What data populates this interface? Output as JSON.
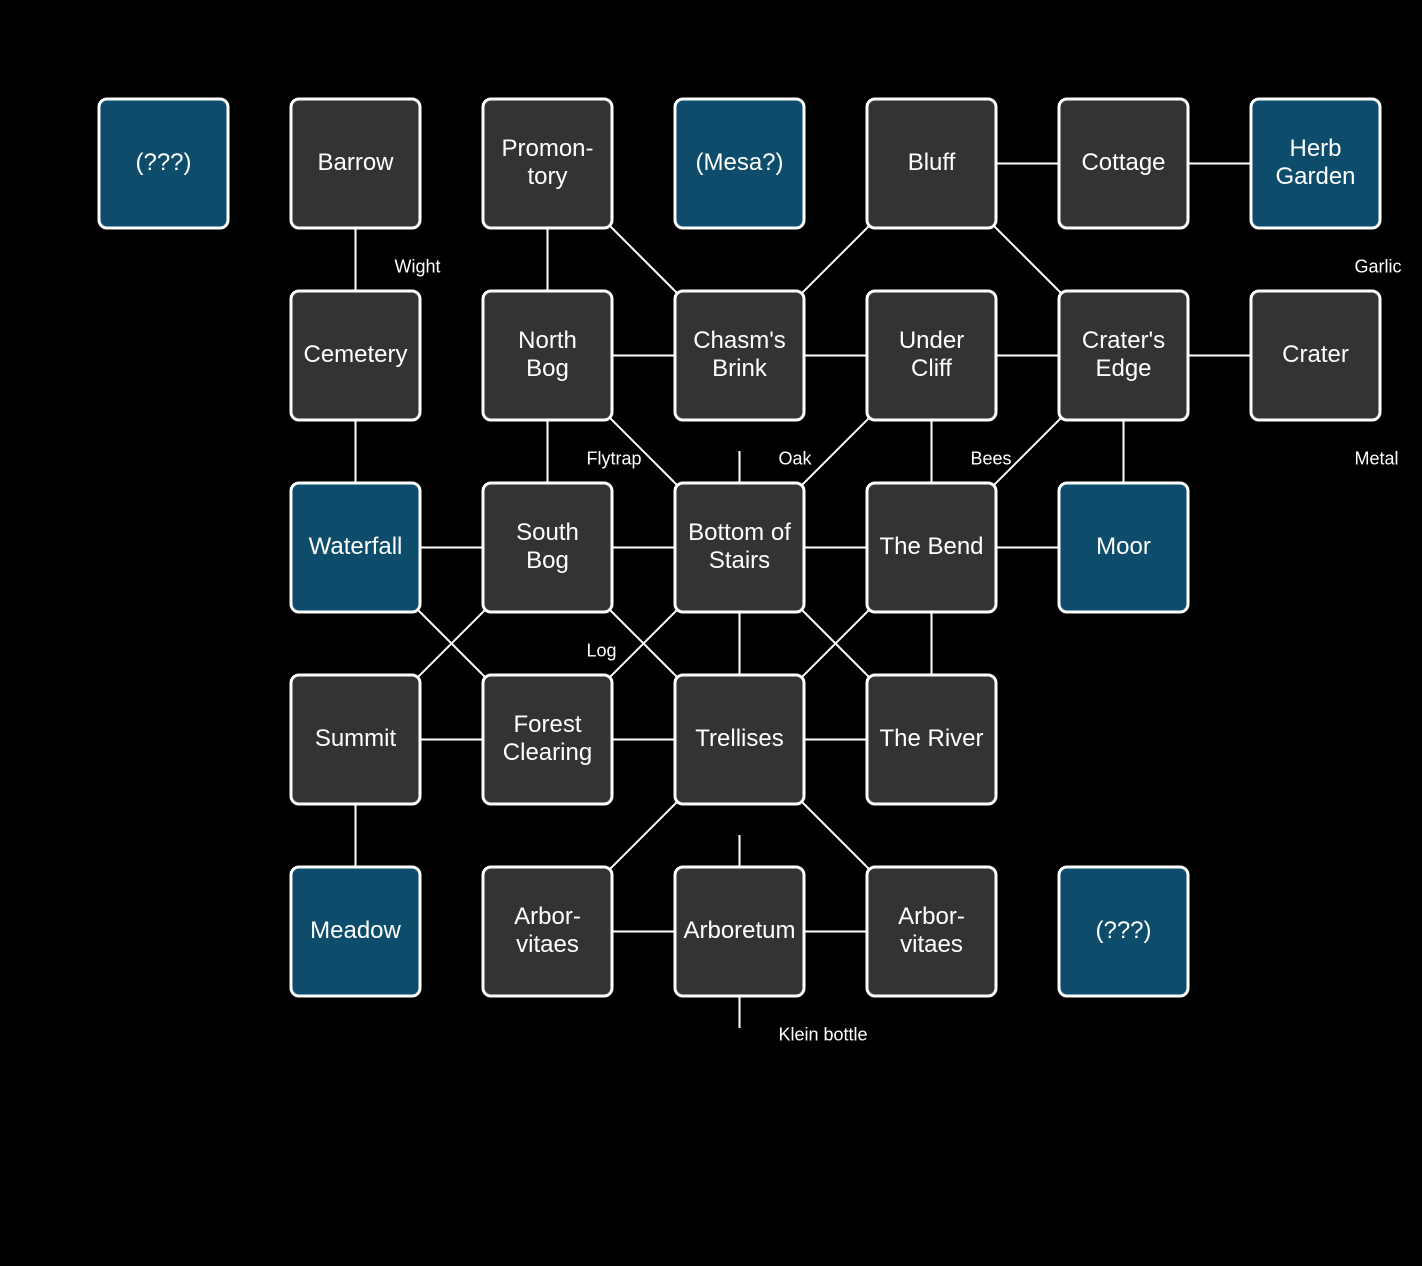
{
  "colors": {
    "background": "#000000",
    "room_fill": "#333333",
    "special_fill": "#0d4d6b",
    "stroke": "#ffffff",
    "text": "#ffffff"
  },
  "rooms": [
    {
      "id": "unknown-1",
      "lines": [
        "(???)"
      ],
      "special": true
    },
    {
      "id": "barrow",
      "lines": [
        "Barrow"
      ]
    },
    {
      "id": "promontory",
      "lines": [
        "Promon-",
        "tory"
      ]
    },
    {
      "id": "mesa",
      "lines": [
        "(Mesa?)"
      ],
      "special": true
    },
    {
      "id": "bluff",
      "lines": [
        "Bluff"
      ]
    },
    {
      "id": "cottage",
      "lines": [
        "Cottage"
      ]
    },
    {
      "id": "herb-garden",
      "lines": [
        "Herb",
        "Garden"
      ],
      "special": true
    },
    {
      "id": "cemetery",
      "lines": [
        "Cemetery"
      ]
    },
    {
      "id": "north-bog",
      "lines": [
        "North",
        "Bog"
      ]
    },
    {
      "id": "chasms-brink",
      "lines": [
        "Chasm's",
        "Brink"
      ]
    },
    {
      "id": "under-cliff",
      "lines": [
        "Under",
        "Cliff"
      ]
    },
    {
      "id": "craters-edge",
      "lines": [
        "Crater's",
        "Edge"
      ]
    },
    {
      "id": "crater",
      "lines": [
        "Crater"
      ]
    },
    {
      "id": "waterfall",
      "lines": [
        "Waterfall"
      ],
      "special": true
    },
    {
      "id": "south-bog",
      "lines": [
        "South",
        "Bog"
      ]
    },
    {
      "id": "bottom-of-stairs",
      "lines": [
        "Bottom of",
        "Stairs"
      ]
    },
    {
      "id": "the-bend",
      "lines": [
        "The Bend"
      ]
    },
    {
      "id": "moor",
      "lines": [
        "Moor"
      ],
      "special": true
    },
    {
      "id": "summit",
      "lines": [
        "Summit"
      ]
    },
    {
      "id": "forest-clearing",
      "lines": [
        "Forest",
        "Clearing"
      ]
    },
    {
      "id": "trellises",
      "lines": [
        "Trellises"
      ]
    },
    {
      "id": "the-river",
      "lines": [
        "The River"
      ]
    },
    {
      "id": "meadow",
      "lines": [
        "Meadow"
      ],
      "special": true
    },
    {
      "id": "arborvitaes-west",
      "lines": [
        "Arbor-",
        "vitaes"
      ]
    },
    {
      "id": "arboretum",
      "lines": [
        "Arboretum"
      ]
    },
    {
      "id": "arborvitaes-east",
      "lines": [
        "Arbor-",
        "vitaes"
      ]
    },
    {
      "id": "unknown-2",
      "lines": [
        "(???)"
      ],
      "special": true
    }
  ],
  "connections": [
    [
      "barrow",
      "cemetery"
    ],
    [
      "promontory",
      "north-bog"
    ],
    [
      "promontory",
      "chasms-brink"
    ],
    [
      "bluff",
      "chasms-brink"
    ],
    [
      "bluff",
      "cottage"
    ],
    [
      "cottage",
      "herb-garden"
    ],
    [
      "bluff",
      "craters-edge"
    ],
    [
      "cemetery",
      "waterfall"
    ],
    [
      "north-bog",
      "chasms-brink"
    ],
    [
      "chasms-brink",
      "under-cliff"
    ],
    [
      "under-cliff",
      "craters-edge"
    ],
    [
      "craters-edge",
      "crater"
    ],
    [
      "north-bog",
      "south-bog"
    ],
    [
      "north-bog",
      "bottom-of-stairs"
    ],
    [
      "under-cliff",
      "bottom-of-stairs"
    ],
    [
      "under-cliff",
      "the-bend"
    ],
    [
      "craters-edge",
      "the-bend"
    ],
    [
      "craters-edge",
      "moor"
    ],
    [
      "waterfall",
      "south-bog"
    ],
    [
      "south-bog",
      "bottom-of-stairs"
    ],
    [
      "bottom-of-stairs",
      "the-bend"
    ],
    [
      "the-bend",
      "moor"
    ],
    [
      "waterfall",
      "forest-clearing"
    ],
    [
      "south-bog",
      "summit"
    ],
    [
      "south-bog",
      "trellises"
    ],
    [
      "bottom-of-stairs",
      "forest-clearing"
    ],
    [
      "bottom-of-stairs",
      "trellises"
    ],
    [
      "bottom-of-stairs",
      "the-river"
    ],
    [
      "the-bend",
      "trellises"
    ],
    [
      "the-bend",
      "the-river"
    ],
    [
      "summit",
      "forest-clearing"
    ],
    [
      "forest-clearing",
      "trellises"
    ],
    [
      "trellises",
      "the-river"
    ],
    [
      "summit",
      "meadow"
    ],
    [
      "trellises",
      "arborvitaes-west"
    ],
    [
      "trellises",
      "arborvitaes-east"
    ],
    [
      "arborvitaes-west",
      "arboretum"
    ],
    [
      "arboretum",
      "arborvitaes-east"
    ]
  ],
  "stubs": [
    {
      "room": "bottom-of-stairs",
      "side": "top"
    },
    {
      "room": "arboretum",
      "side": "top"
    },
    {
      "room": "arboretum",
      "side": "bottom"
    }
  ],
  "items": [
    {
      "label": "Wight",
      "near": "barrow"
    },
    {
      "label": "Garlic",
      "near": "herb-garden"
    },
    {
      "label": "Flytrap",
      "near": "north-bog"
    },
    {
      "label": "Oak",
      "near": "chasms-brink"
    },
    {
      "label": "Bees",
      "near": "under-cliff"
    },
    {
      "label": "Metal",
      "near": "crater"
    },
    {
      "label": "Log",
      "near": "south-bog"
    },
    {
      "label": "Klein bottle",
      "near": "arboretum"
    }
  ]
}
